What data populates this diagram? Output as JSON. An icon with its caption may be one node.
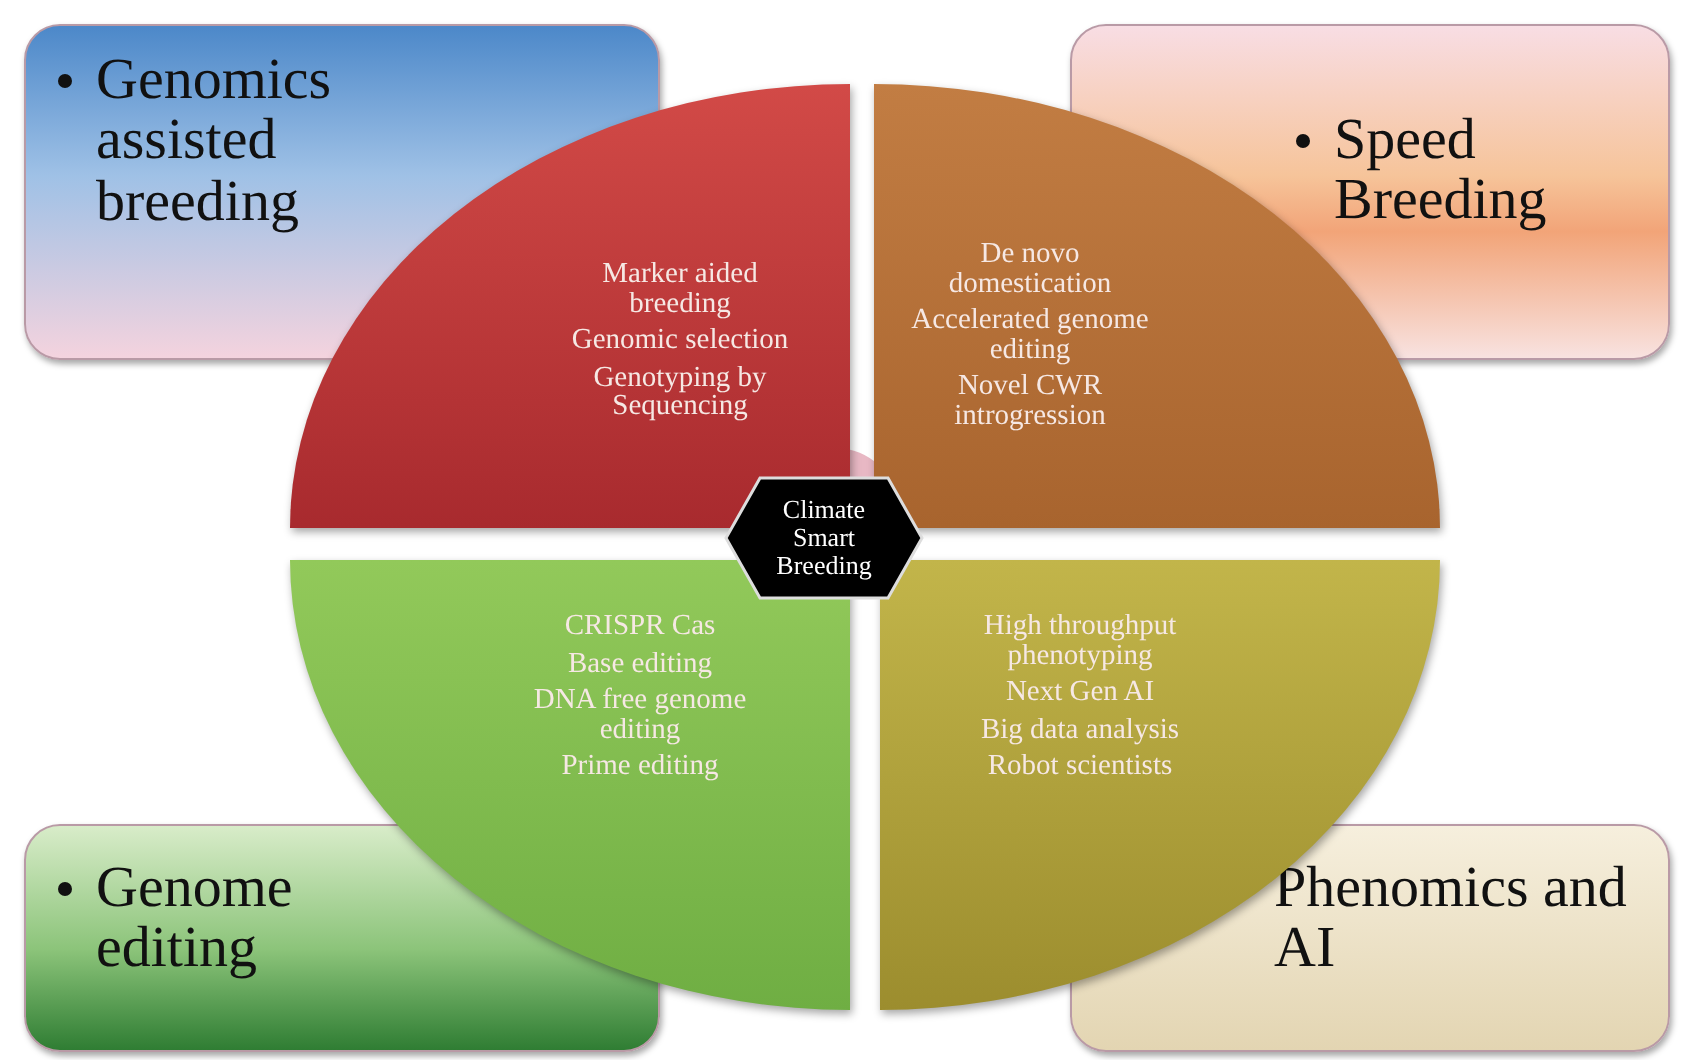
{
  "diagram": {
    "nodes": [
      {
        "text": [
          "Genomics assisted breeding"
        ]
      },
      {
        "text": [
          "Speed Breeding"
        ]
      },
      {
        "text": [
          "Genome editing"
        ]
      },
      {
        "text": [
          "Phenomics and AI"
        ]
      },
      {
        "text": [
          "Marker aided breeding",
          "Genomic selection",
          "Genotyping by Sequencing"
        ]
      },
      {
        "text": [
          "De novo domestication",
          "Accelerated genome editing",
          "Novel CWR introgression"
        ]
      },
      {
        "text": [
          "CRISPR Cas",
          "Base editing",
          "DNA free genome editing",
          "Prime editing"
        ]
      },
      {
        "text": [
          "High throughput phenotyping",
          "Next Gen AI",
          "Big data analysis",
          "Robot scientists"
        ]
      },
      {
        "text": [
          "Climate Smart Breeding"
        ]
      }
    ]
  }
}
